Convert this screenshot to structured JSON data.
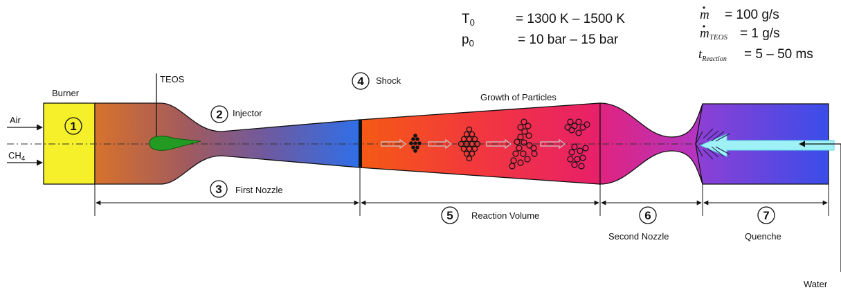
{
  "params_left": {
    "t0_symbol": "T",
    "t0_sub": "0",
    "t0_value": "= 1300 K – 1500 K",
    "p0_symbol": "p",
    "p0_sub": "0",
    "p0_value": "= 10 bar – 15 bar"
  },
  "params_right": {
    "mdot_symbol": "m",
    "mdot_value": "= 100 g/s",
    "mdot_teos_symbol": "m",
    "mdot_teos_sub": "TEOS",
    "mdot_teos_value": "= 1 g/s",
    "t_reaction_symbol": "t",
    "t_reaction_sub": "Reaction",
    "t_reaction_value": "= 5 – 50 ms"
  },
  "labels": {
    "burner": "Burner",
    "teos": "TEOS",
    "air": "Air",
    "ch4": "CH",
    "ch4_sub": "4",
    "injector": "Injector",
    "shock": "Shock",
    "growth": "Growth of Particles",
    "first_nozzle": "First Nozzle",
    "reaction_volume": "Reaction Volume",
    "second_nozzle": "Second Nozzle",
    "quenche": "Quenche",
    "water": "Water"
  },
  "markers": {
    "m1": "1",
    "m2": "2",
    "m3": "3",
    "m4": "4",
    "m5": "5",
    "m6": "6",
    "m7": "7"
  },
  "colors": {
    "burner": "#f5f02a",
    "nozzle_start": "#d8722c",
    "nozzle_end": "#2f6fe8",
    "reaction_start": "#f55a14",
    "reaction_end": "#e81f6a",
    "second_nozzle": "#cc2dae",
    "quench_start": "#8f3fd4",
    "quench_end": "#3a4de8",
    "injector": "#239b23",
    "water_arrow": "#9ef2f5"
  }
}
